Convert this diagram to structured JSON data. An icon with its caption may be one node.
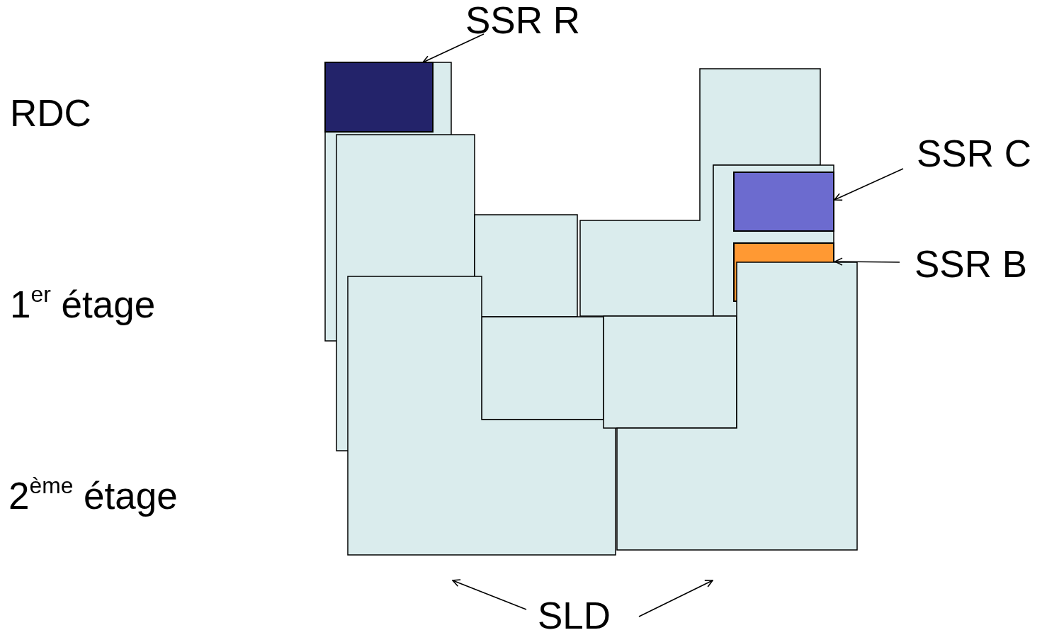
{
  "diagram": {
    "nodes": [
      {
        "text": [
          "SSR R"
        ]
      },
      {
        "text": [],
        "shape": "box"
      },
      {
        "text": [
          "SSR C"
        ]
      },
      {
        "text": [],
        "shape": "box"
      },
      {
        "text": [
          "SSR B"
        ]
      },
      {
        "text": [],
        "shape": "box"
      },
      {
        "text": [
          "SLD"
        ]
      }
    ],
    "edges": [
      {
        "from": 0,
        "to": 1,
        "arrow": "to"
      },
      {
        "from": 2,
        "to": 3,
        "arrow": "to"
      },
      {
        "from": 4,
        "to": 5,
        "arrow": "to"
      },
      {
        "from": 6,
        "to": null,
        "arrow": "to"
      },
      {
        "from": 6,
        "to": null,
        "arrow": "to"
      }
    ],
    "labels": [
      "RDC",
      "1$^{er}$ étage",
      "2$^{ème}$ étage"
    ]
  }
}
